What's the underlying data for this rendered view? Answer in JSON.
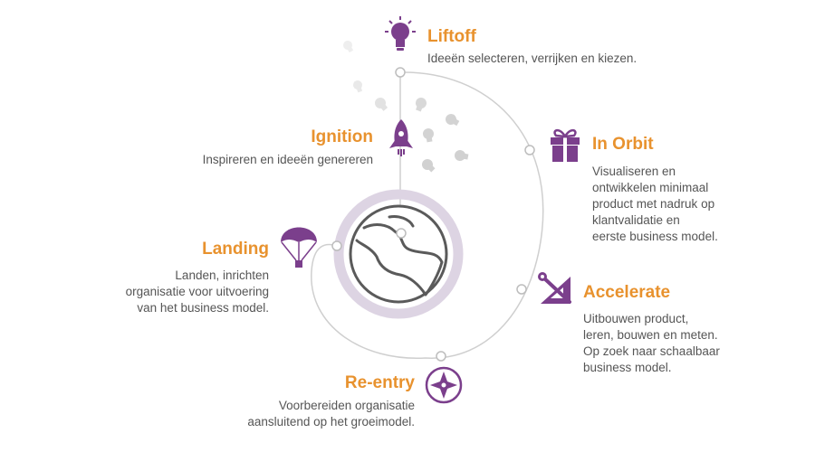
{
  "colors": {
    "accent_orange": "#e8922e",
    "accent_purple": "#7b3f8c",
    "text_gray": "#555555",
    "path_gray": "#cfcfcf",
    "ring_lavender": "#ddd4e3"
  },
  "stages": {
    "liftoff": {
      "title": "Liftoff",
      "desc": "Ideeën selecteren, verrijken en kiezen.",
      "icon": "lightbulb-icon"
    },
    "ignition": {
      "title": "Ignition",
      "desc": "Inspireren en ideeën genereren",
      "icon": "rocket-icon"
    },
    "in_orbit": {
      "title": "In Orbit",
      "desc": "Visualiseren en\nontwikkelen minimaal\nproduct met nadruk op\nklantvalidatie en\neerste business model.",
      "icon": "gift-icon"
    },
    "landing": {
      "title": "Landing",
      "desc": "Landen, inrichten\norganisatie voor uitvoering\nvan het business model.",
      "icon": "parachute-icon"
    },
    "accelerate": {
      "title": "Accelerate",
      "desc": "Uitbouwen product,\nleren, bouwen en meten.\nOp zoek naar schaalbaar\nbusiness model.",
      "icon": "tools-icon"
    },
    "reentry": {
      "title": "Re-entry",
      "desc": "Voorbereiden organisatie\naansluitend op het groeimodel.",
      "icon": "compass-icon"
    }
  }
}
